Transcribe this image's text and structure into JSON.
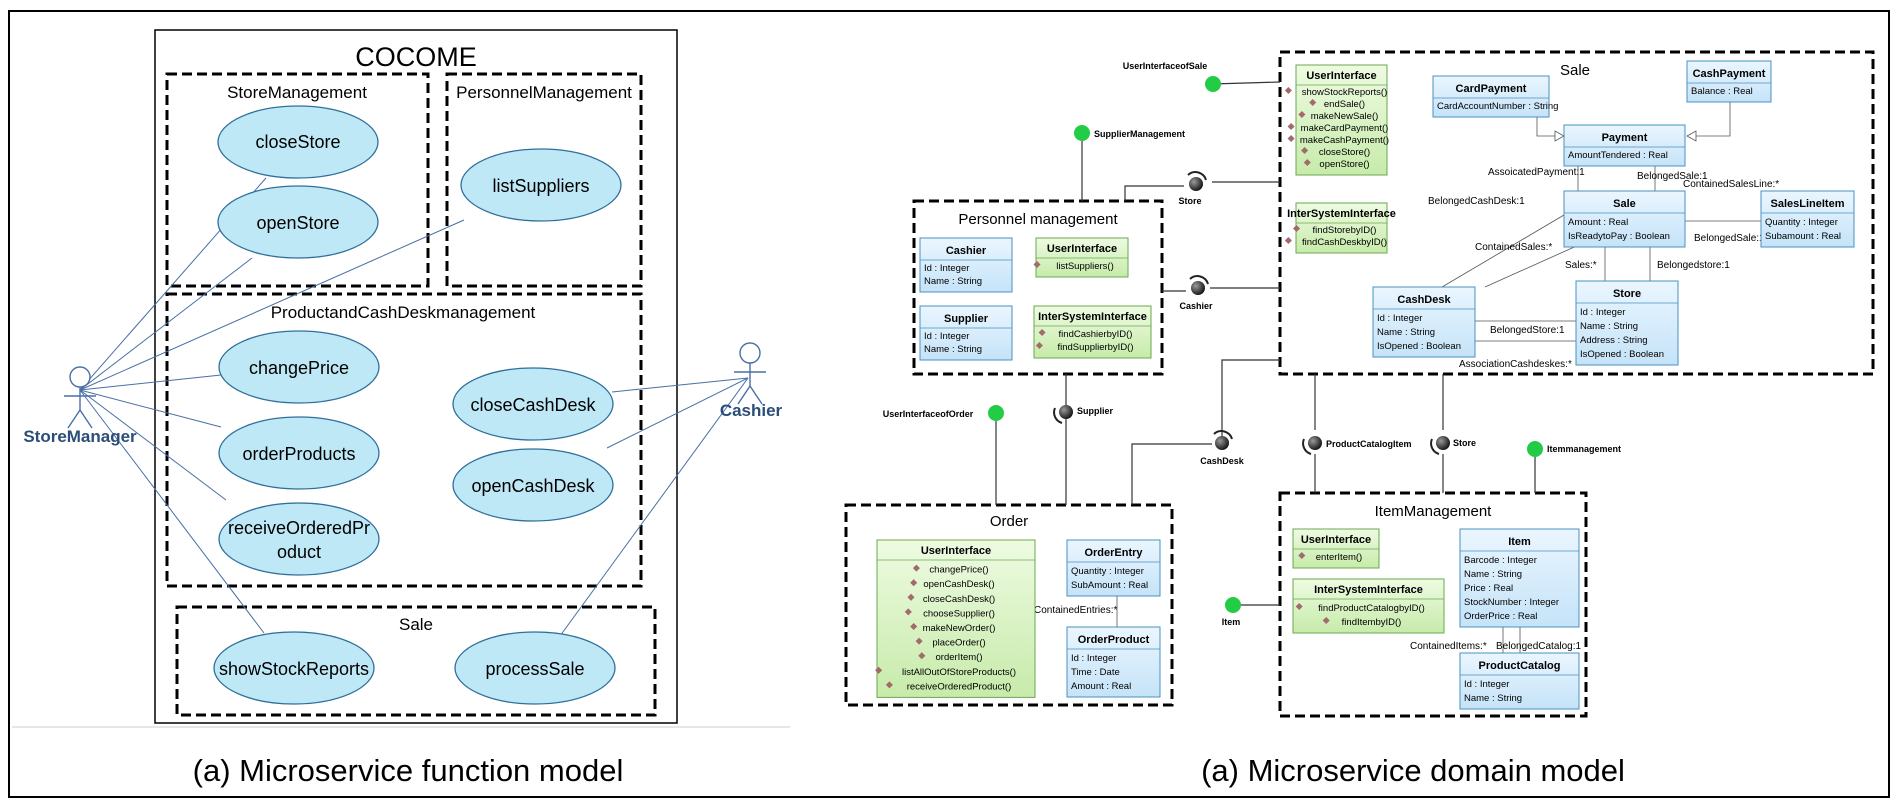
{
  "function_model": {
    "system_title": "COCOME",
    "caption": "(a) Microservice function model",
    "actors": [
      {
        "id": "storemanager",
        "name": "StoreManager"
      },
      {
        "id": "cashier",
        "name": "Cashier"
      }
    ],
    "packages": [
      {
        "id": "store-management",
        "name": "StoreManagement"
      },
      {
        "id": "personnel-management",
        "name": "PersonnelManagement"
      },
      {
        "id": "productandcashdesk",
        "name": "ProductandCashDeskmanagement"
      },
      {
        "id": "sale",
        "name": "Sale"
      }
    ],
    "usecases": [
      {
        "id": "closestore",
        "lines": [
          "closeStore"
        ]
      },
      {
        "id": "openstore",
        "lines": [
          "openStore"
        ]
      },
      {
        "id": "listsuppliers",
        "lines": [
          "listSuppliers"
        ]
      },
      {
        "id": "changeprice",
        "lines": [
          "changePrice"
        ]
      },
      {
        "id": "orderproducts",
        "lines": [
          "orderProducts"
        ]
      },
      {
        "id": "receiveorderedproduct",
        "lines": [
          "receiveOrderedPr",
          "oduct"
        ]
      },
      {
        "id": "closecashdesk",
        "lines": [
          "closeCashDesk"
        ]
      },
      {
        "id": "opencashdesk",
        "lines": [
          "openCashDesk"
        ]
      },
      {
        "id": "showstockreports",
        "lines": [
          "showStockReports"
        ]
      },
      {
        "id": "processsale",
        "lines": [
          "processSale"
        ]
      }
    ]
  },
  "domain_model": {
    "caption": "(a) Microservice domain model",
    "services": [
      {
        "id": "sale",
        "name": "Sale"
      },
      {
        "id": "personnel",
        "name": "Personnel management"
      },
      {
        "id": "order",
        "name": "Order"
      },
      {
        "id": "item-management",
        "name": "ItemManagement"
      }
    ],
    "classes": [
      {
        "id": "sale-userinterface",
        "title": "UserInterface",
        "rows": [
          "showStockReports()",
          "endSale()",
          "makeNewSale()",
          "makeCardPayment()",
          "makeCashPayment()",
          "closeStore()",
          "openStore()"
        ]
      },
      {
        "id": "sale-intersysteminterface",
        "title": "InterSystemInterface",
        "rows": [
          "findStorebyID()",
          "findCashDeskbyID()"
        ]
      },
      {
        "id": "cardpayment",
        "title": "CardPayment",
        "rows": [
          "CardAccountNumber : String"
        ]
      },
      {
        "id": "cashpayment",
        "title": "CashPayment",
        "rows": [
          "Balance : Real"
        ]
      },
      {
        "id": "payment",
        "title": "Payment",
        "rows": [
          "AmountTendered : Real"
        ]
      },
      {
        "id": "sale-class",
        "title": "Sale",
        "rows": [
          "Amount : Real",
          "IsReadytoPay : Boolean"
        ]
      },
      {
        "id": "saleslineitem",
        "title": "SalesLineItem",
        "rows": [
          "Quantity : Integer",
          "Subamount : Real"
        ]
      },
      {
        "id": "cashdesk",
        "title": "CashDesk",
        "rows": [
          "Id : Integer",
          "Name : String",
          "IsOpened : Boolean"
        ]
      },
      {
        "id": "store",
        "title": "Store",
        "rows": [
          "Id : Integer",
          "Name : String",
          "Address : String",
          "IsOpened : Boolean"
        ]
      },
      {
        "id": "personnel-cashier",
        "title": "Cashier",
        "rows": [
          "Id : Integer",
          "Name : String"
        ]
      },
      {
        "id": "personnel-userinterface",
        "title": "UserInterface",
        "rows": [
          "listSuppliers()"
        ]
      },
      {
        "id": "personnel-supplier",
        "title": "Supplier",
        "rows": [
          "Id : Integer",
          "Name : String"
        ]
      },
      {
        "id": "personnel-intersysteminterface",
        "title": "InterSystemInterface",
        "rows": [
          "findCashierbyID()",
          "findSupplierbyID()"
        ]
      },
      {
        "id": "order-userinterface",
        "title": "UserInterface",
        "rows": [
          "changePrice()",
          "openCashDesk()",
          "closeCashDesk()",
          "chooseSupplier()",
          "makeNewOrder()",
          "placeOrder()",
          "orderItem()",
          "listAllOutOfStoreProducts()",
          "receiveOrderedProduct()"
        ]
      },
      {
        "id": "orderentry",
        "title": "OrderEntry",
        "rows": [
          "Quantity : Integer",
          "SubAmount : Real"
        ]
      },
      {
        "id": "orderproduct",
        "title": "OrderProduct",
        "rows": [
          "Id : Integer",
          "Time : Date",
          "Amount : Real"
        ]
      },
      {
        "id": "item-userinterface",
        "title": "UserInterface",
        "rows": [
          "enterItem()"
        ]
      },
      {
        "id": "item-intersysteminterface",
        "title": "InterSystemInterface",
        "rows": [
          "findProductCatalogbyID()",
          "findItembyID()"
        ]
      },
      {
        "id": "item",
        "title": "Item",
        "rows": [
          "Barcode : Integer",
          "Name : String",
          "Price : Real",
          "StockNumber : Integer",
          "OrderPrice : Real"
        ]
      },
      {
        "id": "productcatalog",
        "title": "ProductCatalog",
        "rows": [
          "Id : Integer",
          "Name : String"
        ]
      }
    ],
    "association_labels": [
      {
        "id": "assoc-associatedpayment",
        "text": "AssoicatedPayment:1"
      },
      {
        "id": "assoc-belongedsale-payment",
        "text": "BelongedSale:1"
      },
      {
        "id": "assoc-containedsalesline",
        "text": "ContainedSalesLine:*"
      },
      {
        "id": "assoc-belongedcashdesk",
        "text": "BelongedCashDesk:1"
      },
      {
        "id": "assoc-containedsales",
        "text": "ContainedSales:*"
      },
      {
        "id": "assoc-sales",
        "text": "Sales:*"
      },
      {
        "id": "assoc-belongedstore-sale",
        "text": "Belongedstore:1"
      },
      {
        "id": "assoc-belongedsale-line",
        "text": "BelongedSale:1"
      },
      {
        "id": "assoc-belongedstore-cashdesk",
        "text": "BelongedStore:1"
      },
      {
        "id": "assoc-associationcashdeskes",
        "text": "AssociationCashdeskes:*"
      },
      {
        "id": "assoc-containedentries",
        "text": "ContainedEntries:*"
      },
      {
        "id": "assoc-containeditems",
        "text": "ContainedItems:*"
      },
      {
        "id": "assoc-belongedcatalog",
        "text": "BelongedCatalog:1"
      }
    ],
    "interfaces": [
      {
        "id": "userinterfaceofsale",
        "text": "UserInterfaceofSale"
      },
      {
        "id": "suppliermanagement",
        "text": "SupplierManagement"
      },
      {
        "id": "userinterfaceoforder",
        "text": "UserInterfaceofOrder"
      },
      {
        "id": "itemmanagement",
        "text": "Itemmanagement"
      },
      {
        "id": "item",
        "text": "Item"
      }
    ],
    "sockets": [
      {
        "id": "store-sale",
        "text": "Store"
      },
      {
        "id": "cashier",
        "text": "Cashier"
      },
      {
        "id": "supplier",
        "text": "Supplier"
      },
      {
        "id": "cashdesk",
        "text": "CashDesk"
      },
      {
        "id": "productcatalogitem",
        "text": "ProductCatalogItem"
      },
      {
        "id": "store-item",
        "text": "Store"
      }
    ]
  },
  "colors": {
    "usecase_fill": "#bfe8f7",
    "usecase_stroke": "#2f6f9a",
    "entity_fill": "#d7ecfb",
    "entity_stroke": "#4a90c2",
    "interface_fill": "#dcf2c6",
    "interface_stroke": "#6aa84f",
    "actor_text": "#2a4e78",
    "lollipop": "#22cc44",
    "socket": "#333333"
  }
}
